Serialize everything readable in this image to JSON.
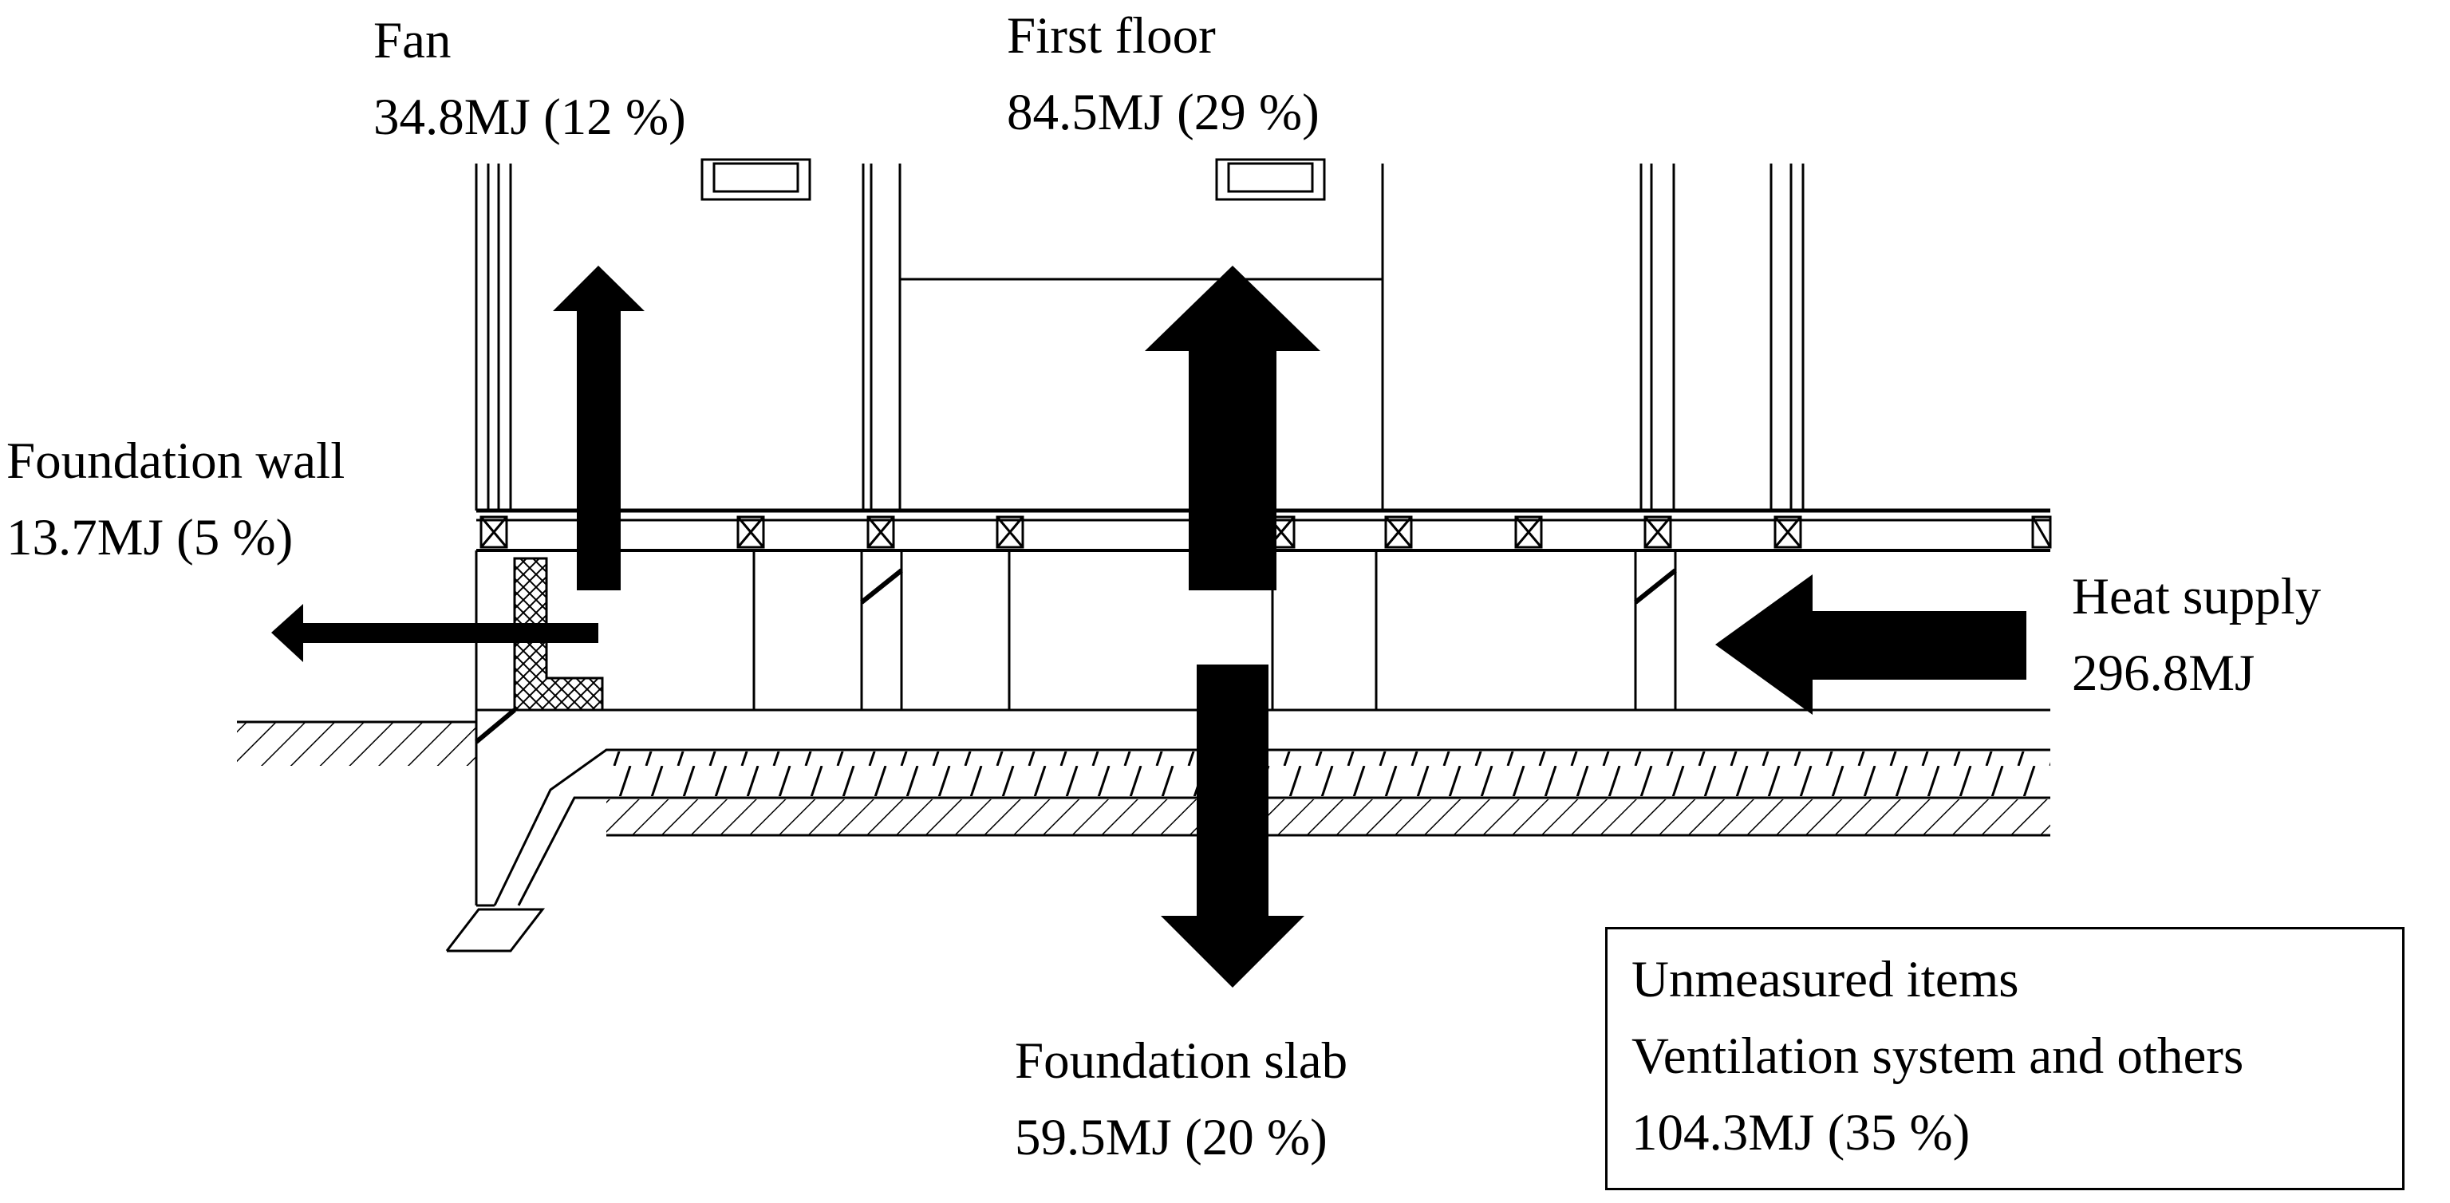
{
  "labels": {
    "fan": {
      "title": "Fan",
      "value": "34.8MJ (12 %)"
    },
    "first_floor": {
      "title": "First floor",
      "value": "84.5MJ (29 %)"
    },
    "foundation_wall": {
      "title": "Foundation wall",
      "value": "13.7MJ (5 %)"
    },
    "heat_supply": {
      "title": "Heat supply",
      "value": "296.8MJ"
    },
    "foundation_slab": {
      "title": "Foundation slab",
      "value": "59.5MJ (20 %)"
    },
    "unmeasured": {
      "title": "Unmeasured items",
      "subtitle": "Ventilation system and others",
      "value": "104.3MJ (35 %)"
    }
  }
}
